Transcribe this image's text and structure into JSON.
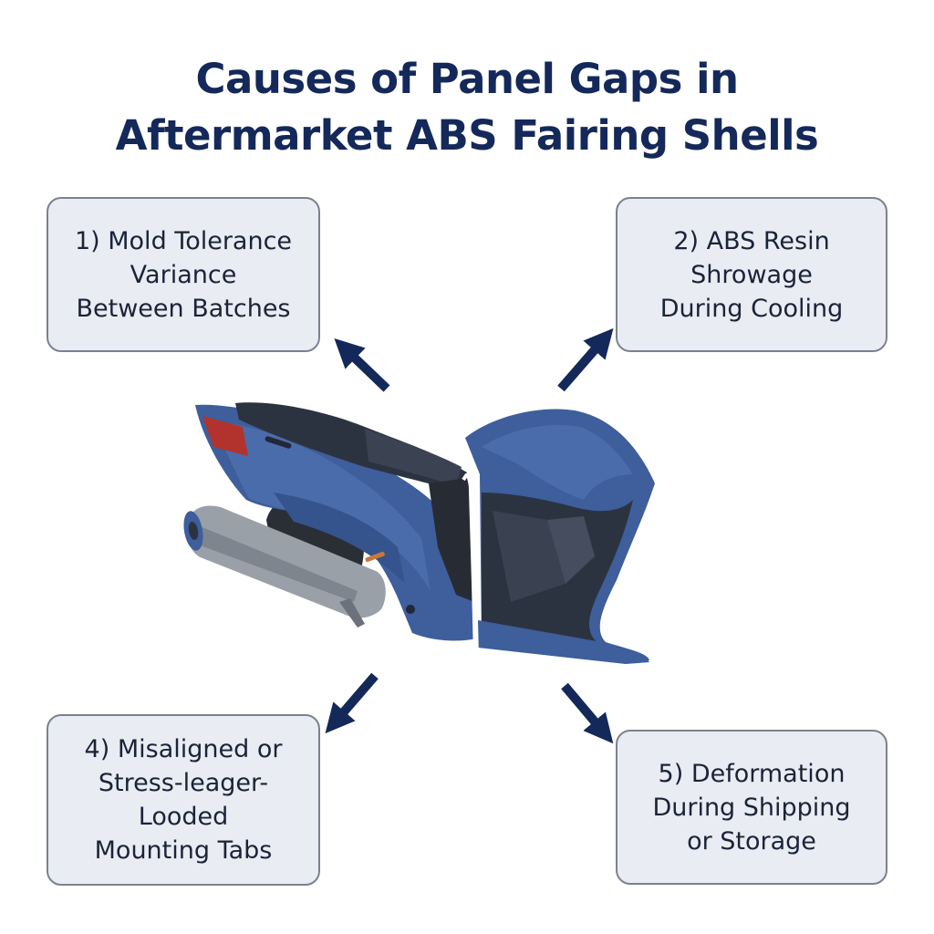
{
  "title": {
    "line1": "Causes of Panel Gaps in",
    "line2": "Aftermarket ABS Fairing Shells"
  },
  "causes": [
    {
      "lines": [
        "1) Mold Tolerance",
        "Variance",
        "Between Batches"
      ]
    },
    {
      "lines": [
        "2) ABS Resin",
        "Shrowage",
        "During Cooling"
      ]
    },
    {
      "lines": [
        "4) Misaligned or",
        "Stress-leager-",
        "Looded",
        "Mounting Tabs"
      ]
    },
    {
      "lines": [
        "5) Deformation",
        "During Shipping",
        "or Storage"
      ]
    }
  ],
  "colors": {
    "title": "#14285a",
    "arrow": "#14285a",
    "box_fill": "#e9ecf2",
    "box_border": "#7a8190",
    "fairing_blue": "#3e5e9c",
    "fairing_dark": "#2c3340",
    "exhaust_grey": "#9aa0a8",
    "taillight_red": "#b2332d"
  },
  "illustration": {
    "icon": "motorcycle-fairing-icon",
    "arrows": [
      "arrow-up-left-icon",
      "arrow-up-right-icon",
      "arrow-down-left-icon",
      "arrow-down-right-icon"
    ]
  }
}
